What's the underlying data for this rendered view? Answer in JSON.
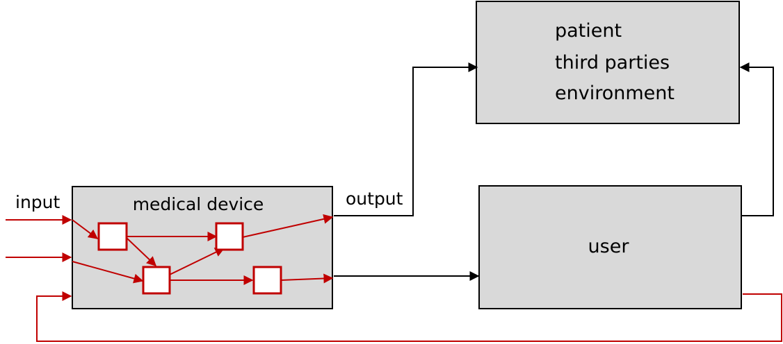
{
  "diagram": {
    "boxes": {
      "stakeholders": {
        "lines": [
          "patient",
          "third parties",
          "environment"
        ]
      },
      "medical_device": {
        "label": "medical device"
      },
      "user": {
        "label": "user"
      }
    },
    "labels": {
      "input": "input",
      "output": "output"
    },
    "colors": {
      "box_fill": "#d9d9d9",
      "outline": "#000000",
      "flow_red": "#c00000",
      "node_fill": "#ffffff"
    }
  }
}
